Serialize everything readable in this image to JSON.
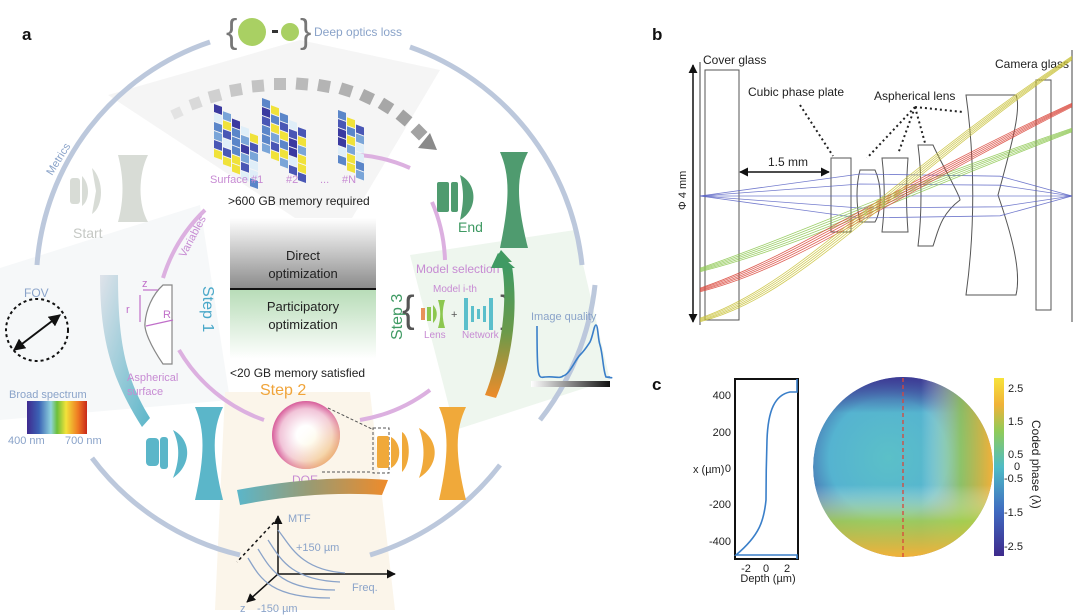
{
  "panels": {
    "a": {
      "label": "a",
      "deep_optics_loss": "Deep optics loss",
      "metrics": "Metrics",
      "variables": "Variables",
      "start": "Start",
      "end": "End",
      "surfaces": [
        "Surface #1",
        "#2",
        "...",
        "#N"
      ],
      "memory_required": ">600 GB memory required",
      "memory_satisfied": "<20 GB memory satisfied",
      "direct_opt": [
        "Direct",
        "optimization"
      ],
      "participatory_opt": [
        "Participatory",
        "optimization"
      ],
      "step1": "Step 1",
      "step2": "Step 2",
      "step3": "Step 3",
      "fov": "FOV",
      "aspherical_surface": [
        "Aspherical",
        "surface"
      ],
      "asph_symbols": {
        "z": "z",
        "r": "r",
        "R": "R"
      },
      "broad_spectrum": "Broad spectrum",
      "wl_min": "400 nm",
      "wl_max": "700 nm",
      "doe": "DOE",
      "model_selection": "Model selection",
      "model_ith": "Model i-th",
      "lens": "Lens",
      "network": "Network",
      "plus": "+",
      "image_quality": "Image quality",
      "mtf": "MTF",
      "mtf_plus": "+150 µm",
      "mtf_minus": "-150 µm",
      "freq": "Freq.",
      "z_axis": "z",
      "colors": {
        "metrics_ring": "#b7c4d9",
        "variables_ring": "#d9a6dc",
        "step1": "#4aa8c9",
        "step2": "#f0a43a",
        "step3": "#3f9a63",
        "end_lens": "#4f9b6f",
        "start_lens": "#d7dcd7",
        "cyan_lens": "#5bb6c9",
        "orange_lens": "#f0a93a",
        "label_purple": "#c78bd3",
        "label_blue": "#8aa3c9"
      }
    },
    "b": {
      "label": "b",
      "cover_glass": "Cover glass",
      "camera_glass": "Camera glass",
      "cubic_phase_plate": "Cubic phase plate",
      "aspherical_lens": "Aspherical lens",
      "distance": "1.5 mm",
      "diameter": "Φ 4 mm"
    },
    "c": {
      "label": "c",
      "profile_ylabel": "x (µm)",
      "profile_xlabel": "Depth (µm)",
      "profile_yticks": [
        "400",
        "200",
        "0",
        "-200",
        "-400"
      ],
      "profile_xticks": [
        "-2",
        "0",
        "2"
      ],
      "colorbar_label": "Coded phase (λ)",
      "colorbar_ticks": [
        "2.5",
        "1.5",
        "0.5",
        "0",
        "-0.5",
        "-1.5",
        "-2.5"
      ]
    }
  }
}
